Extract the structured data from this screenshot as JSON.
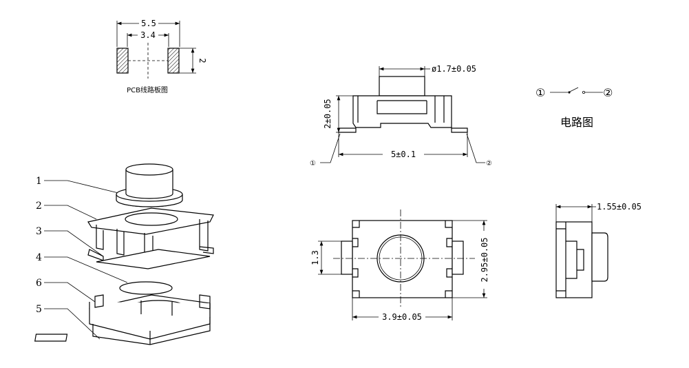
{
  "pcb_layout": {
    "dim_outer": "5.5",
    "dim_inner": "3.4",
    "dim_height": "2",
    "caption": "PCB线路板图"
  },
  "exploded_view": {
    "labels": [
      "1",
      "2",
      "3",
      "4",
      "6",
      "5"
    ]
  },
  "side_view": {
    "dim_plunger_dia": "ø1.7±0.05",
    "dim_height": "2±0.05",
    "dim_length": "5±0.1",
    "terminal_1": "①",
    "terminal_2": "②"
  },
  "circuit": {
    "terminal_1": "①",
    "terminal_2": "②",
    "caption": "电路图"
  },
  "top_view": {
    "dim_pad": "1.3",
    "dim_height": "2.95±0.05",
    "dim_width": "3.9±0.05"
  },
  "end_view": {
    "dim_thickness": "1.55±0.05"
  }
}
